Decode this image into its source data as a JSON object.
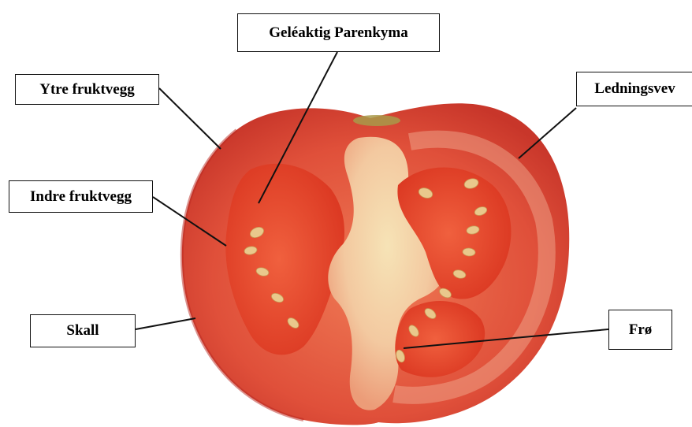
{
  "labels": {
    "gel": "Geléaktig Parenkyma",
    "ytre": "Ytre fruktvegg",
    "led": "Ledningsvev",
    "indre": "Indre fruktvegg",
    "skall": "Skall",
    "fro": "Frø"
  },
  "colors": {
    "skin": "#d8412e",
    "flesh": "#e25a3c",
    "jelly": "#e43a24",
    "core": "#f1d9a8",
    "seed": "#e9c88c",
    "leader": "#111111"
  }
}
